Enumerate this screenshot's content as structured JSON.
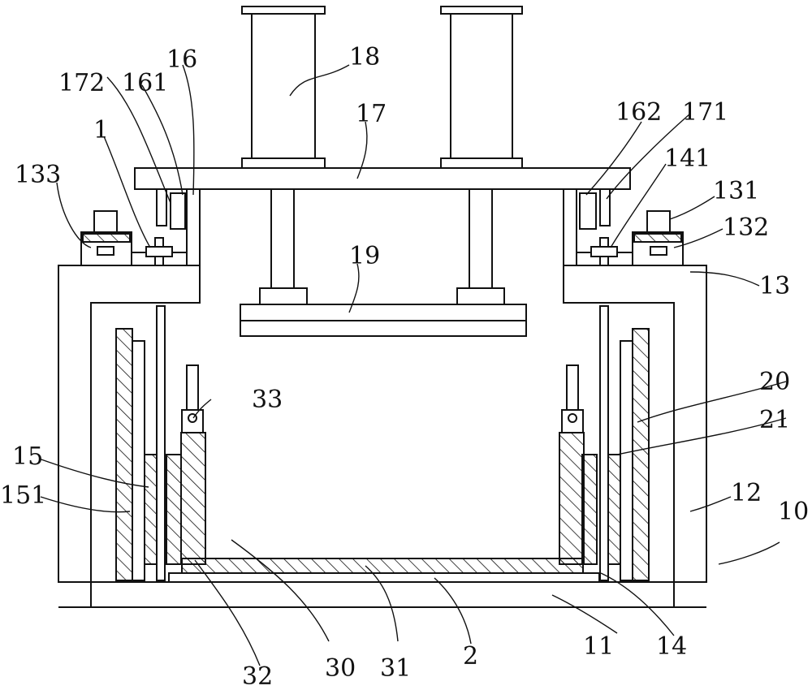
{
  "labels": {
    "l1": "1",
    "l2": "2",
    "l10": "10",
    "l11": "11",
    "l12": "12",
    "l13": "13",
    "l14": "14",
    "l15": "15",
    "l16": "16",
    "l17": "17",
    "l18": "18",
    "l19": "19",
    "l20": "20",
    "l21": "21",
    "l30": "30",
    "l31": "31",
    "l32": "32",
    "l33": "33",
    "l131": "131",
    "l132": "132",
    "l133": "133",
    "l141": "141",
    "l151": "151",
    "l161": "161",
    "l162": "162",
    "l171": "171",
    "l172": "172"
  }
}
